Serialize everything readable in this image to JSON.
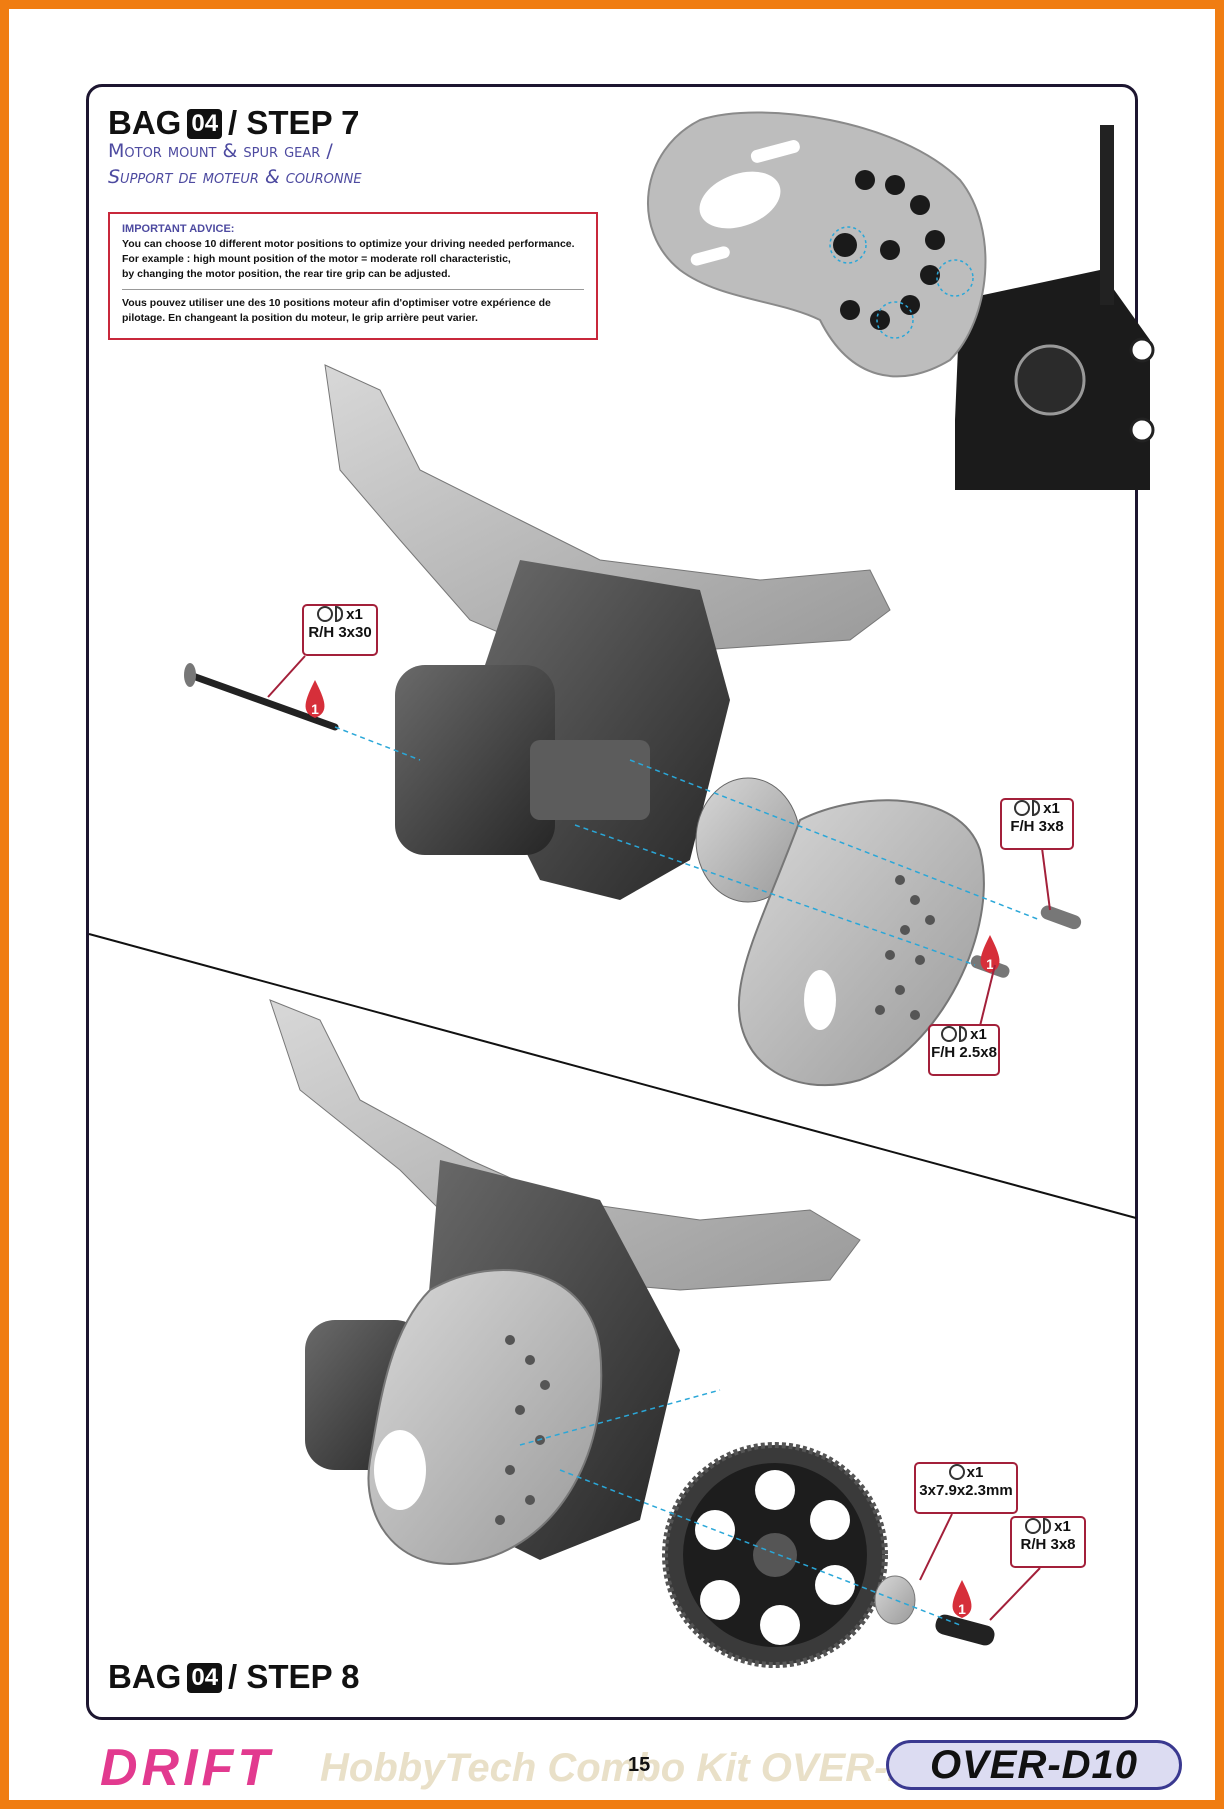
{
  "step7": {
    "bag_label": "BAG",
    "bag_number": "04",
    "step_label": "/ STEP 7",
    "subtitle_en": "Motor mount & spur gear /",
    "subtitle_fr": "Support de moteur & couronne"
  },
  "advice": {
    "heading": "IMPORTANT ADVICE:",
    "en_lines": [
      "You can choose 10 different motor positions to optimize your driving needed performance.",
      "For example : high mount position of the motor = moderate roll characteristic,",
      "by changing the motor position, the rear tire grip can be adjusted."
    ],
    "fr_lines": [
      "Vous pouvez utiliser une des 10 positions moteur afin d'optimiser votre expérience de",
      "pilotage. En changeant la position du moteur, le grip arrière peut varier."
    ]
  },
  "parts": [
    {
      "qty": "x1",
      "size": "R/H 3x30"
    },
    {
      "qty": "x1",
      "size": "F/H 3x8"
    },
    {
      "qty": "x1",
      "size": "F/H 2.5x8"
    },
    {
      "qty": "x1",
      "size": "3x7.9x2.3mm"
    },
    {
      "qty": "x1",
      "size": "R/H 3x8"
    }
  ],
  "threadlock_markers": [
    "1",
    "1",
    "1"
  ],
  "step8": {
    "bag_label": "BAG",
    "bag_number": "04",
    "step_label": "/ STEP 8"
  },
  "footer": {
    "left_logo": "DRIFT",
    "middle_text": "HobbyTech Combo Kit OVER-D10",
    "page_number": "15",
    "brand_logo": "OVER-D10"
  },
  "colors": {
    "frame": "#f07d12",
    "panel_border": "#1d1630",
    "subtitle": "#4d4aa0",
    "advice_border": "#c8283b",
    "tag_border": "#a3203a",
    "guide_line": "#2aa7d8",
    "drift_logo": "#e23a8f"
  }
}
